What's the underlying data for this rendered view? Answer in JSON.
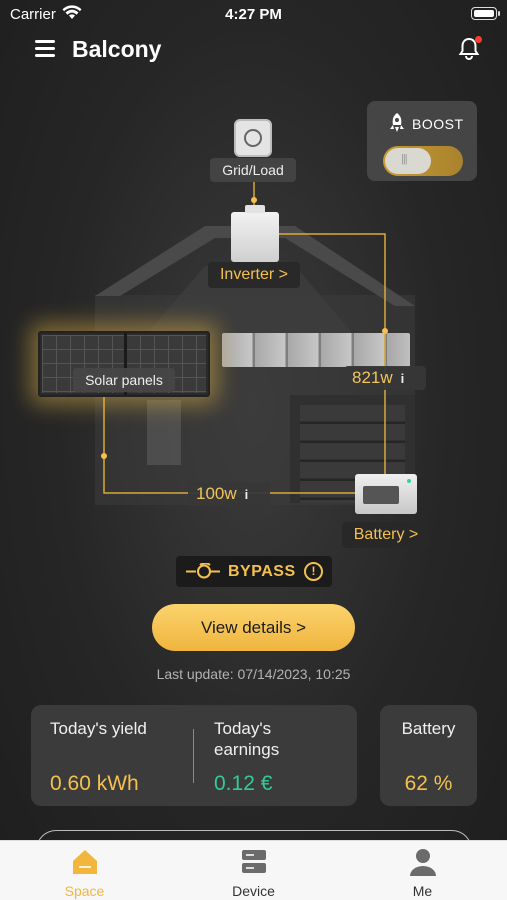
{
  "status_bar": {
    "carrier": "Carrier",
    "time": "4:27 PM"
  },
  "header": {
    "title": "Balcony"
  },
  "boost": {
    "label": "BOOST",
    "enabled": true
  },
  "diagram": {
    "grid_label": "Grid/Load",
    "inverter_label": "Inverter >",
    "solar_label": "Solar panels",
    "battery_label": "Battery >",
    "power_upper": "821w",
    "power_lower": "100w",
    "info_glyph": "i"
  },
  "bypass": {
    "label": "BYPASS",
    "alert_glyph": "!"
  },
  "details_button": {
    "label": "View details >"
  },
  "last_update": "Last update: 07/14/2023, 10:25",
  "stats": {
    "yield_label": "Today's yield",
    "yield_value": "0.60 kWh",
    "earnings_label": "Today's earnings",
    "earnings_value": "0.12 €"
  },
  "battery_card": {
    "label": "Battery",
    "value": "62 %"
  },
  "tabs": [
    {
      "label": "Space",
      "icon": "home-icon",
      "active": true
    },
    {
      "label": "Device",
      "icon": "device-icon",
      "active": false
    },
    {
      "label": "Me",
      "icon": "person-icon",
      "active": false
    }
  ],
  "colors": {
    "accent": "#f4c04e",
    "earnings": "#35c99a",
    "tab_active": "#f3b63c"
  }
}
